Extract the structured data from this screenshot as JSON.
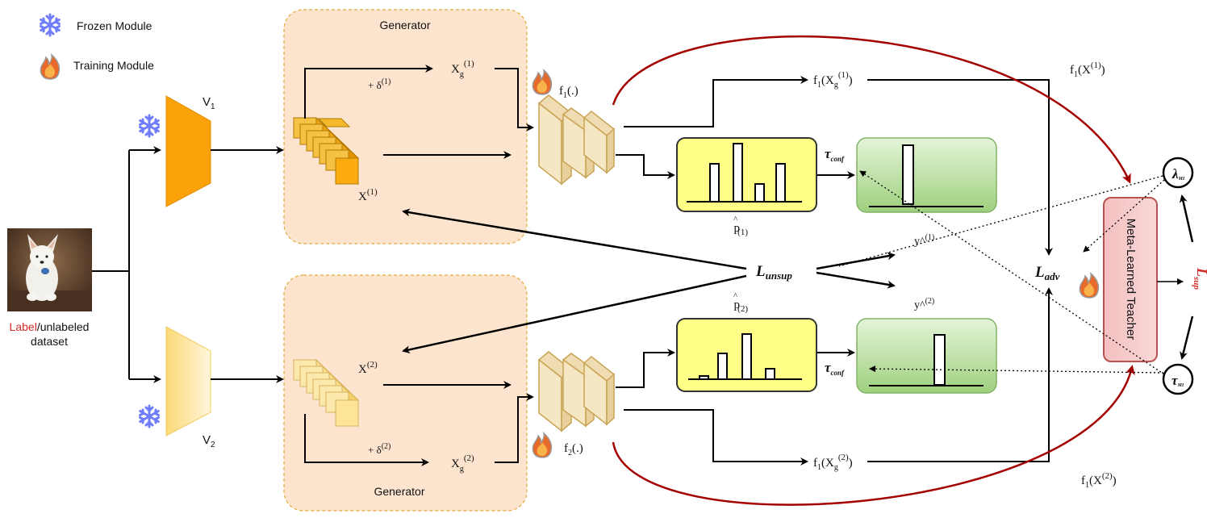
{
  "legend": {
    "frozen": "Frozen Module",
    "training": "Training Module"
  },
  "dataset": {
    "label_word": "Label",
    "rest": "/unlabeled",
    "line2": "dataset"
  },
  "encoders": {
    "v1": "V",
    "v1_sub": "1",
    "v2": "V",
    "v2_sub": "2"
  },
  "generators": {
    "top_title": "Generator",
    "bottom_title": "Generator"
  },
  "features": {
    "x1": "X",
    "x1_sup": "(1)",
    "x2": "X",
    "x2_sup": "(2)",
    "xg1": "X",
    "xg1_sub": "g",
    "xg1_sup": "(1)",
    "xg2": "X",
    "xg2_sub": "g",
    "xg2_sup": "(2)",
    "delta1": "+ δ",
    "delta1_sup": "(1)",
    "delta2": "+ δ",
    "delta2_sup": "(2)"
  },
  "networks": {
    "f1": "f",
    "f1_sub": "1",
    "f1_tail": "(.)",
    "f2": "f",
    "f2_sub": "2",
    "f2_tail": "(.)"
  },
  "outputs": {
    "f1xg1": "f",
    "f1xg1_sub": "1",
    "f1xg1_mid": "(X",
    "f1xg1_sub2": "g",
    "f1xg1_sup": "(1)",
    "f1xg1_end": ")",
    "f1xg2": "f",
    "f1xg2_sub": "1",
    "f1xg2_mid": "(X",
    "f1xg2_sub2": "g",
    "f1xg2_sup": "(2)",
    "f1xg2_end": ")",
    "f1x1": "f",
    "f1x1_sub": "1",
    "f1x1_mid": "(X",
    "f1x1_sup": "(1)",
    "f1x1_end": ")",
    "f1x2": "f",
    "f1x2_sub": "1",
    "f1x2_mid": "(X",
    "f1x2_sup": "(2)",
    "f1x2_end": ")"
  },
  "probs": {
    "p1": "p",
    "p1_hat": "^",
    "p1_sub": "(1)",
    "p2": "p",
    "p2_hat": "^",
    "p2_sub": "(2)",
    "y1": "y^",
    "y1_sup": "(1)",
    "y2": "y^",
    "y2_sup": "(2)",
    "tau": "τ",
    "tau_sub": "conf"
  },
  "losses": {
    "unsup": "L",
    "unsup_sub": "unsup",
    "adv": "L",
    "adv_sub": "adv",
    "sup": "L",
    "sup_sub": "sup"
  },
  "teacher": {
    "label": "Meta-Learned Teacher",
    "lambda": "λ",
    "lambda_sub": "MI",
    "tau": "τ",
    "tau_sub": "MI"
  },
  "colors": {
    "generator_fill": "#fce4cf",
    "generator_border": "#e2ac3a",
    "v1_fill": "#fba20a",
    "v2_fill": "#fde8a6",
    "prob_fill": "#ffff88",
    "pseudo_fill": "#b6dc9a",
    "teacher_fill": "#f6c9c9",
    "teacher_border": "#b85450",
    "red_arrow": "#a50000",
    "snowflake": "#6f7dfa",
    "label_red": "#d42a2a"
  }
}
